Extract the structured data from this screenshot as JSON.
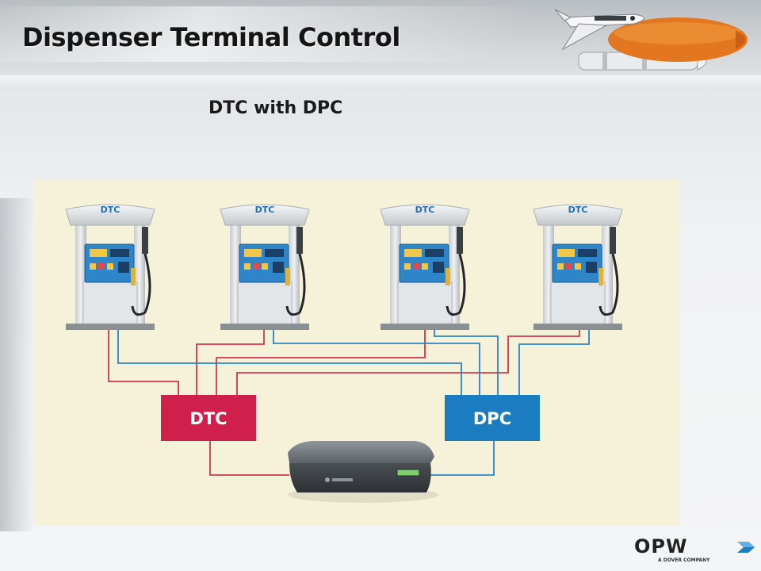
{
  "slide": {
    "title": "Dispenser Terminal Control",
    "subtitle": "DTC with DPC"
  },
  "diagram": {
    "dispensers": [
      {
        "label": "DTC"
      },
      {
        "label": "DTC"
      },
      {
        "label": "DTC"
      },
      {
        "label": "DTC"
      }
    ],
    "controllers": {
      "dtc": {
        "label": "DTC",
        "color": "#d01f4a"
      },
      "dpc": {
        "label": "DPC",
        "color": "#1b7dc0"
      }
    },
    "wire_colors": {
      "red": "#d2344f",
      "blue": "#2b84c4"
    }
  },
  "footer": {
    "logo": "OPW",
    "logo_tag": "A DOVER COMPANY"
  }
}
